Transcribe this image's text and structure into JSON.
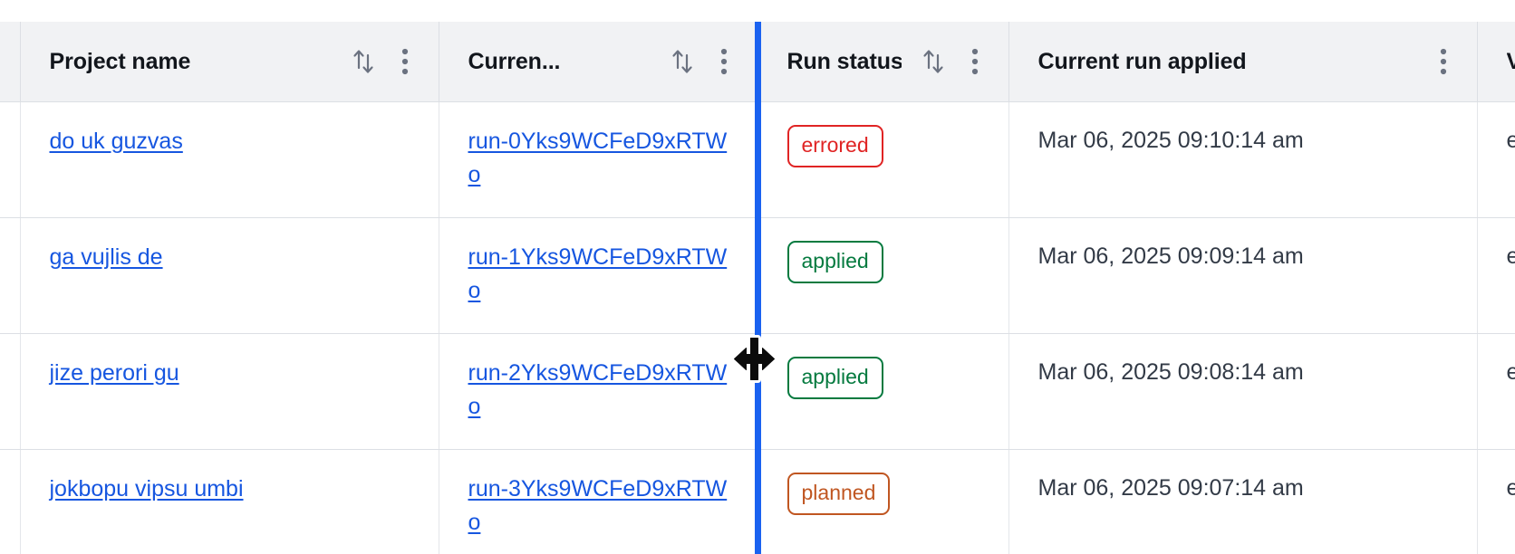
{
  "table": {
    "columns": [
      {
        "id": "select",
        "label": "",
        "has_sort": false,
        "has_menu": false
      },
      {
        "id": "project_name",
        "label": "Project name",
        "has_sort": true,
        "has_menu": true,
        "sort_icon": "sort-arrows-icon",
        "menu_icon": "kebab-menu-icon"
      },
      {
        "id": "current_run",
        "label": "Curren...",
        "has_sort": true,
        "has_menu": true,
        "sort_icon": "sort-arrows-icon",
        "menu_icon": "kebab-menu-icon"
      },
      {
        "id": "run_status",
        "label": "Run status",
        "has_sort": true,
        "has_menu": true,
        "sort_icon": "sort-arrows-icon",
        "menu_icon": "kebab-menu-icon"
      },
      {
        "id": "current_run_applied",
        "label": "Current run applied",
        "has_sort": false,
        "has_menu": true,
        "menu_icon": "kebab-menu-icon"
      },
      {
        "id": "extra",
        "label": "V",
        "has_sort": false,
        "has_menu": false
      }
    ],
    "rows": [
      {
        "project_name": "do uk guzvas",
        "current_run": "run-0Yks9WCFeD9xRTWo",
        "run_status": "errored",
        "run_status_kind": "errored",
        "current_run_applied": "Mar 06, 2025 09:10:14 am",
        "extra": "e"
      },
      {
        "project_name": "ga vujlis de",
        "current_run": "run-1Yks9WCFeD9xRTWo",
        "run_status": "applied",
        "run_status_kind": "applied",
        "current_run_applied": "Mar 06, 2025 09:09:14 am",
        "extra": "e"
      },
      {
        "project_name": "jize perori gu",
        "current_run": "run-2Yks9WCFeD9xRTWo",
        "run_status": "applied",
        "run_status_kind": "applied",
        "current_run_applied": "Mar 06, 2025 09:08:14 am",
        "extra": "e"
      },
      {
        "project_name": "jokbopu vipsu umbi",
        "current_run": "run-3Yks9WCFeD9xRTWo",
        "run_status": "planned",
        "run_status_kind": "planned",
        "current_run_applied": "Mar 06, 2025 09:07:14 am",
        "extra": "e"
      }
    ]
  },
  "interaction": {
    "resize_handle": {
      "cursor_icon": "column-resize-cursor",
      "active_column": "current_run",
      "indicator_color": "#1a62f0"
    }
  },
  "colors": {
    "link": "#1656e0",
    "header_bg": "#f1f2f4",
    "border": "#dcdfe4",
    "text": "#12161c",
    "status_errored": "#e02424",
    "status_applied": "#057a3f",
    "status_planned": "#c05621",
    "resize_indicator": "#1a62f0"
  }
}
